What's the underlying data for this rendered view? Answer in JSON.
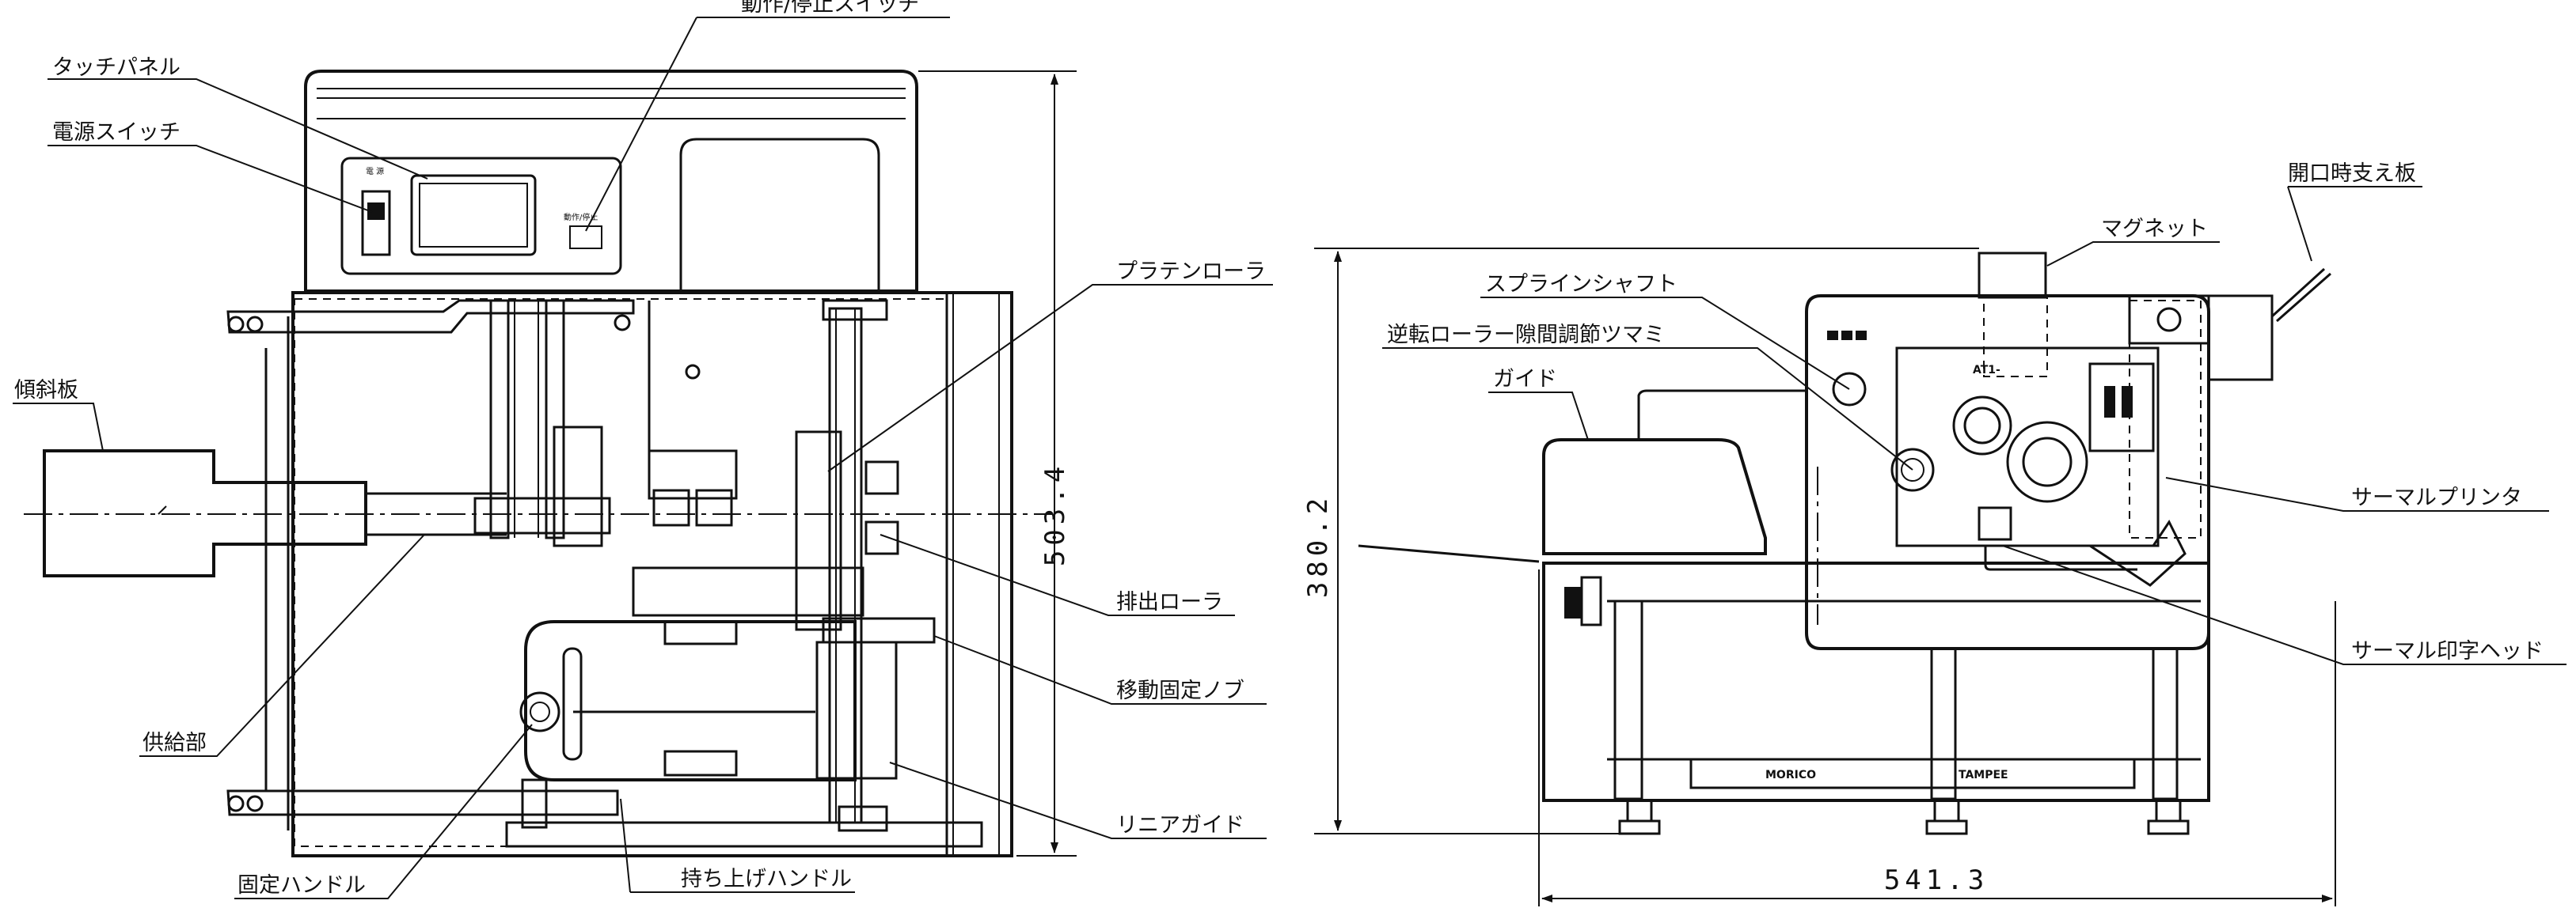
{
  "front_view": {
    "labels": {
      "start_stop_switch": "動作/停止スイッチ",
      "touch_panel": "タッチパネル",
      "power_switch": "電源スイッチ",
      "tilt_plate": "傾斜板",
      "supply_unit": "供給部",
      "platen_roller": "プラテンローラ",
      "discharge_roller": "排出ローラ",
      "moving_fixing_knob": "移動固定ノブ",
      "linear_guide": "リニアガイド",
      "fixing_handle": "固定ハンドル",
      "lift_handle": "持ち上げハンドル"
    },
    "dimension_height": "503.4",
    "panel_marks": {
      "power": "電 源",
      "start_stop": "動作/停止"
    }
  },
  "side_view": {
    "labels": {
      "open_support_plate": "開口時支え板",
      "magnet": "マグネット",
      "spline_shaft": "スプラインシャフト",
      "reverse_roller_gap_knob": "逆転ローラー隙間調節ツマミ",
      "guide": "ガイド",
      "thermal_printer": "サーマルプリンタ",
      "thermal_print_head": "サーマル印字ヘッド"
    },
    "dimension_height": "380.2",
    "dimension_width": "541.3",
    "part_mark": "AT1-",
    "brand_left": "MORICO",
    "brand_right": "TAMPEE"
  }
}
